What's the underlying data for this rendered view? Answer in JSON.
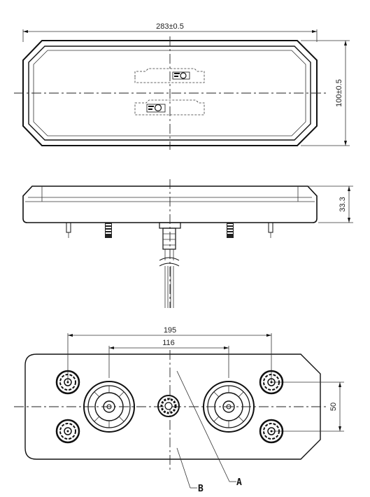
{
  "top_view": {
    "width_dim": "283±0.5",
    "height_dim": "100±0.5"
  },
  "side_view": {
    "depth_dim": "33.3"
  },
  "back_view": {
    "outer_spacing_dim": "195",
    "inner_spacing_dim": "116",
    "vertical_spacing_dim": "50",
    "callout_a": "A",
    "callout_b": "B"
  },
  "colors": {
    "line": "#111111",
    "background": "#ffffff"
  }
}
